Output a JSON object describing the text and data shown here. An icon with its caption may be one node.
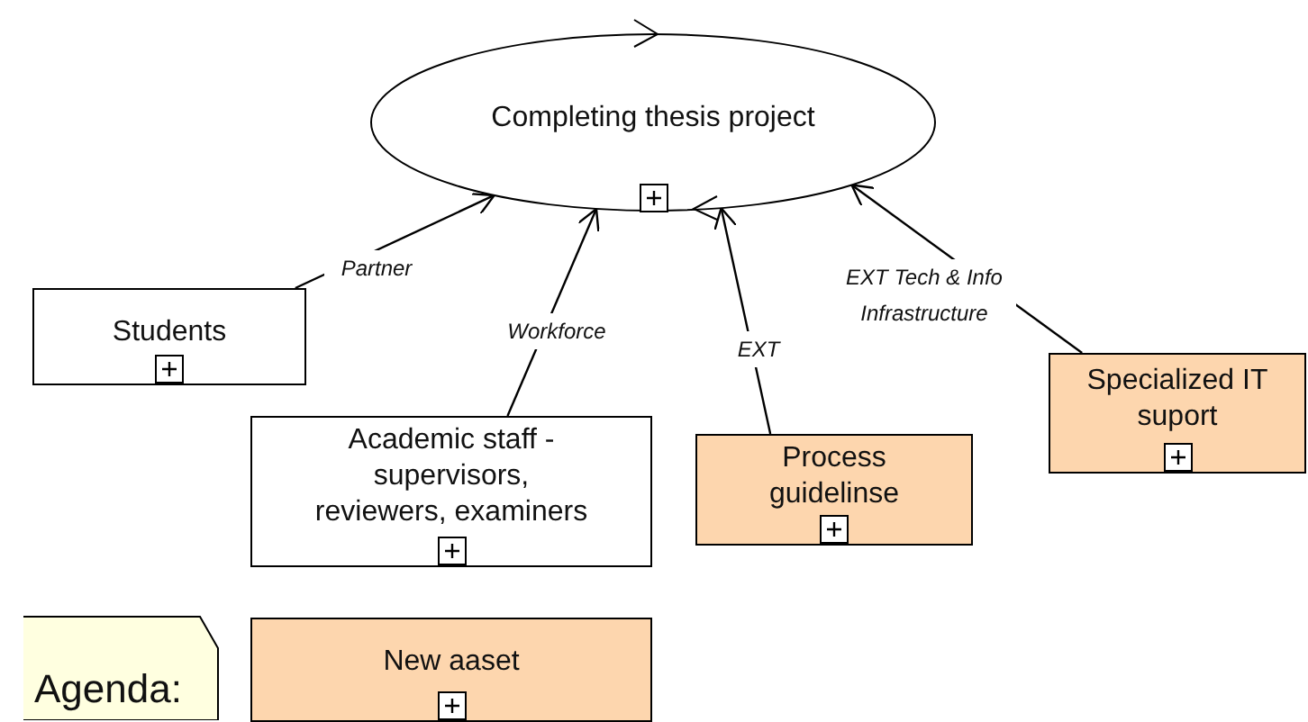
{
  "diagram": {
    "nodes": [
      {
        "text": [
          "Completing thesis project"
        ]
      },
      {
        "text": [
          "Students"
        ]
      },
      {
        "text": [
          "Academic staff - supervisors, reviewers, examiners"
        ]
      },
      {
        "text": [
          "Process guidelinse"
        ]
      },
      {
        "text": [
          "Specialized IT suport"
        ]
      },
      {
        "text": [
          "Agenda:"
        ]
      },
      {
        "text": [
          "New aaset"
        ]
      }
    ],
    "edges": [
      {
        "from": 1,
        "to": 0,
        "arrow": "to",
        "label": "Partner"
      },
      {
        "from": 2,
        "to": 0,
        "arrow": "to",
        "label": "Workforce"
      },
      {
        "from": 3,
        "to": 0,
        "arrow": "to",
        "label": "EXT"
      },
      {
        "from": 4,
        "to": 0,
        "arrow": "to",
        "label": "EXT Tech & Info Infrastructure"
      }
    ]
  }
}
